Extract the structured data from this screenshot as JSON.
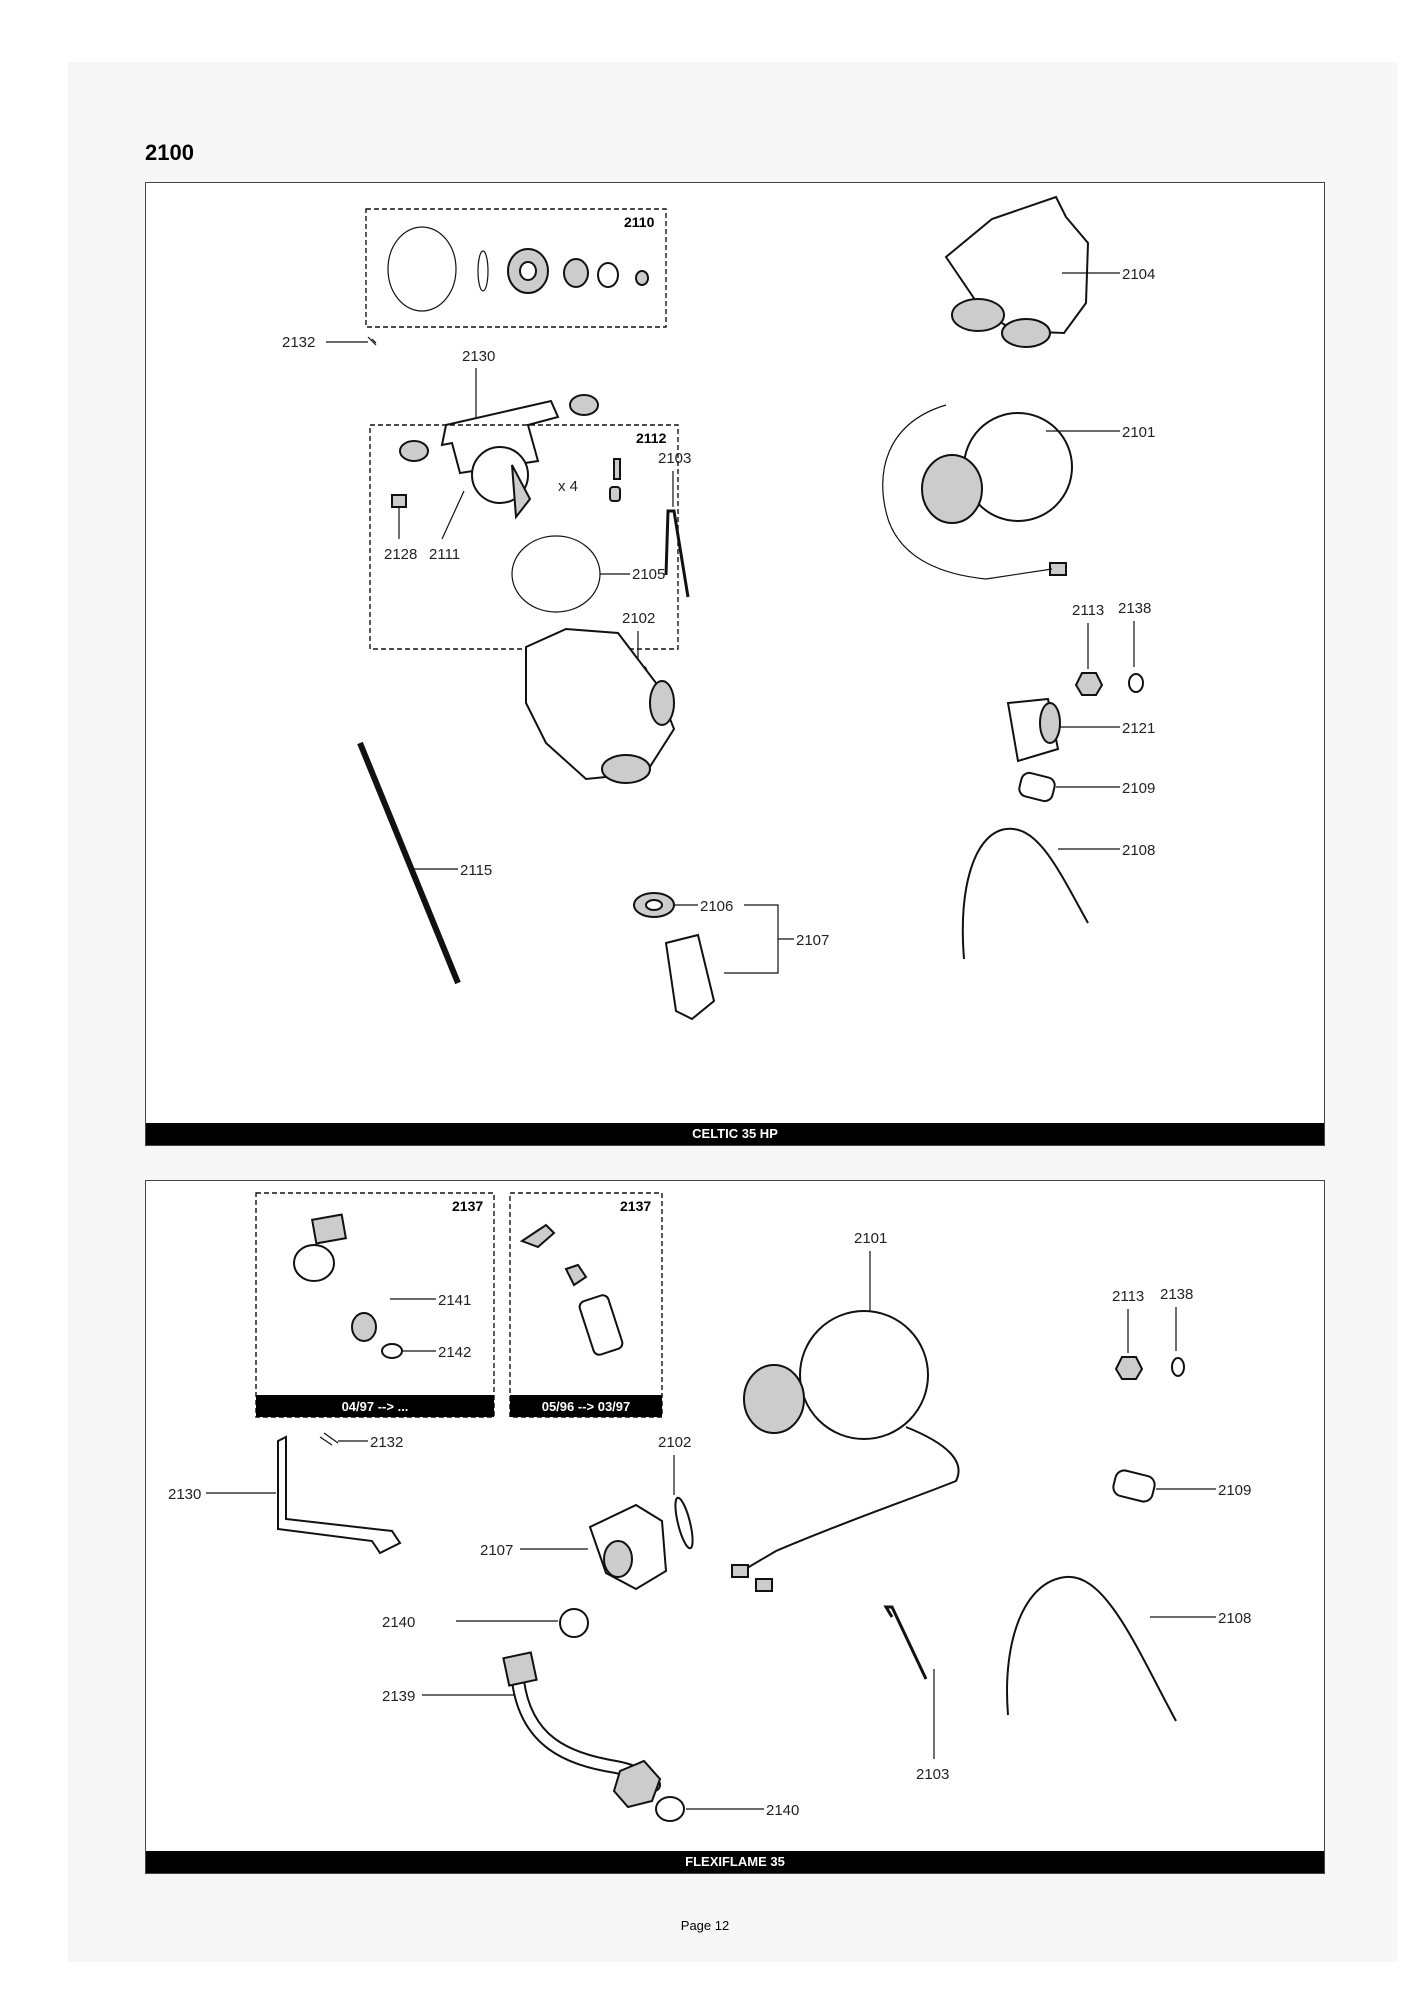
{
  "title": "2100",
  "footer": "Page 12",
  "panels": {
    "top": {
      "caption": "CELTIC 35 HP",
      "kits": {
        "k2110": "2110",
        "k2112": "2112"
      },
      "multiplier": "x 4",
      "labels": {
        "l2104": "2104",
        "l2132": "2132",
        "l2130": "2130",
        "l2101": "2101",
        "l2103": "2103",
        "l2128": "2128",
        "l2111": "2111",
        "l2105": "2105",
        "l2102": "2102",
        "l2113": "2113",
        "l2138": "2138",
        "l2121": "2121",
        "l2109": "2109",
        "l2115": "2115",
        "l2106": "2106",
        "l2107": "2107",
        "l2108": "2108"
      }
    },
    "bottom": {
      "caption": "FLEXIFLAME 35",
      "kits": {
        "k2137a": "2137",
        "k2137b": "2137"
      },
      "kit_captions": {
        "a": "04/97 --> ...",
        "b": "05/96 --> 03/97"
      },
      "labels": {
        "l2141": "2141",
        "l2142": "2142",
        "l2101": "2101",
        "l2113": "2113",
        "l2138": "2138",
        "l2132": "2132",
        "l2102": "2102",
        "l2130": "2130",
        "l2107": "2107",
        "l2109": "2109",
        "l2140a": "2140",
        "l2108": "2108",
        "l2139": "2139",
        "l2103": "2103",
        "l2140b": "2140"
      }
    }
  }
}
